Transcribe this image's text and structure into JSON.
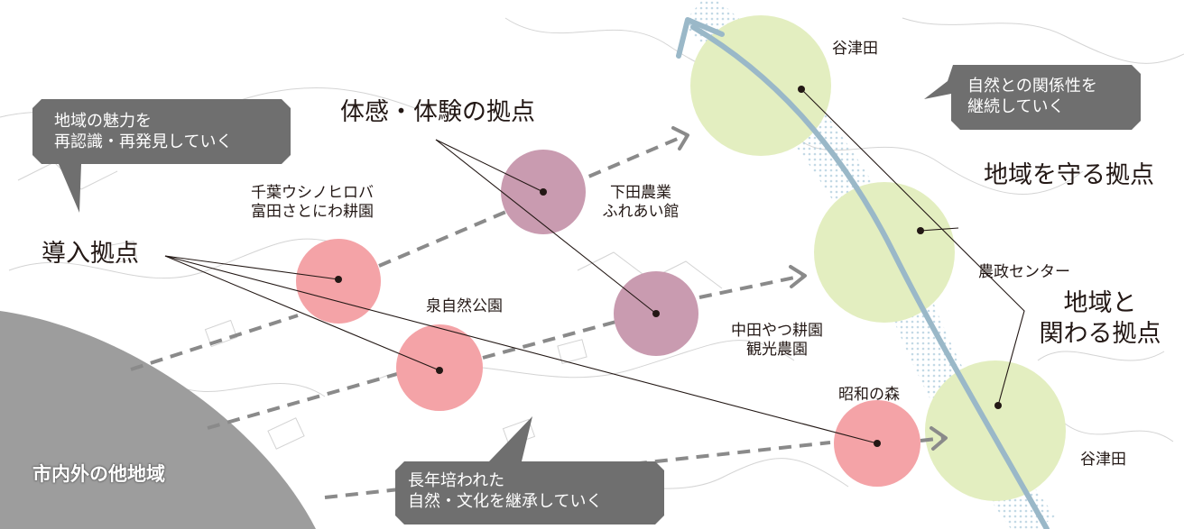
{
  "labels": {
    "yatsuda_top": "谷津田",
    "yatsuda_bottom": "谷津田",
    "nousei_center": "農政センター",
    "shouwa_no_mori": "昭和の森",
    "shimoda_line1": "下田農業",
    "shimoda_line2": "ふれあい館",
    "nakata_line1": "中田やつ耕園",
    "nakata_line2": "観光農園",
    "izumi_park": "泉自然公園",
    "chiba_line1": "千葉ウシノヒロバ",
    "chiba_line2": "富田さとにわ耕園"
  },
  "categories": {
    "introduction": "導入拠点",
    "experience": "体感・体験の拠点",
    "protect": "地域を守る拠点",
    "relate_line1": "地域と",
    "relate_line2": "関わる拠点"
  },
  "bubbles": {
    "charm_line1": "地域の魅力を",
    "charm_line2": "再認識・再発見していく",
    "nature_line1": "自然との関係性を",
    "nature_line2": "継続していく",
    "culture_line1": "長年培われた",
    "culture_line2": "自然・文化を継承していく"
  },
  "region": "市内外の他地域",
  "colors": {
    "introduction_circle": "#f4a3a7",
    "experience_circle": "#c99bb0",
    "protect_circle": "#e3eec0",
    "river": "#9ab8c8",
    "bubble": "#6f6f6f",
    "region": "#9d9d9d",
    "arrow": "#8a8a8a"
  }
}
